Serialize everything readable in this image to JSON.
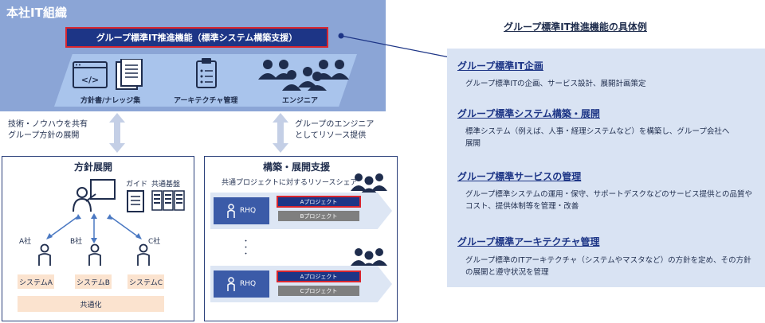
{
  "hq": {
    "title": "本社IT組織",
    "main_function": "グループ標準IT推進機能（標準システム構築支援）",
    "assets": {
      "docs": "方針書/ナレッジ集",
      "architecture": "アーキテクチャ管理",
      "engineers": "エンジニア"
    }
  },
  "notes": {
    "left": [
      "技術・ノウハウを共有",
      "グループ方針の展開"
    ],
    "right": [
      "グループのエンジニア",
      "としてリソース提供"
    ]
  },
  "policy_panel": {
    "title": "方針展開",
    "guide": "ガイド",
    "common_base": "共通基盤",
    "companies": [
      "A社",
      "B社",
      "C社"
    ],
    "systems": [
      "システムA",
      "システムB",
      "システムC"
    ],
    "common": "共通化"
  },
  "support_panel": {
    "title": "構築・展開支援",
    "subtitle": "共通プロジェクトに対するリソースシェア",
    "rhq": "RHQ",
    "row1": {
      "project_main": "Aプロジェクト",
      "project_other": "Bプロジェクト"
    },
    "row2": {
      "project_main": "Aプロジェクト",
      "project_other": "Cプロジェクト"
    },
    "ellipsis": "・\n・\n・"
  },
  "examples": {
    "title": "グループ標準IT推進機能の具体例",
    "items": [
      {
        "heading": "グループ標準IT企画",
        "desc": "グループ標準ITの企画、サービス設計、展開計画策定"
      },
      {
        "heading": "グループ標準システム構築・展開",
        "desc": "標準システム（例えば、人事・経理システムなど）を構築し、グループ会社へ展開"
      },
      {
        "heading": "グループ標準サービスの管理",
        "desc": "グループ標準システムの運用・保守、サポートデスクなどのサービス提供との品質やコスト、提供体制等を管理・改善"
      },
      {
        "heading": "グループ標準アーキテクチャ管理",
        "desc": "グループ標準のITアーキテクチャ（システムやマスタなど）の方針を定め、その方針の展開と遵守状況を管理"
      }
    ]
  },
  "colors": {
    "navy": "#1d3586",
    "accent_red": "#d9262e",
    "hq_blue": "#8ba5d6",
    "light_blue": "#d9e3f3",
    "peach": "#fbe3cf"
  }
}
